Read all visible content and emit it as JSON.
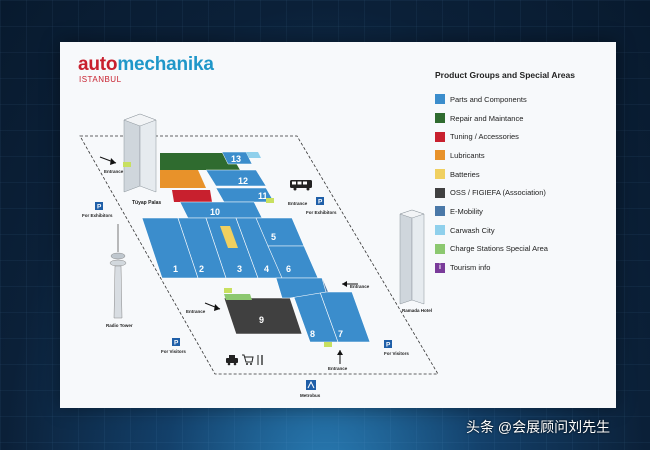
{
  "brand": {
    "name_a": "auto",
    "name_b": "mechanika",
    "city": "ISTANBUL"
  },
  "legend": {
    "title": "Product Groups and Special Areas",
    "items": [
      {
        "label": "Parts and Components",
        "color": "#3b8dcc"
      },
      {
        "label": "Repair and Maintance",
        "color": "#2f6b2f"
      },
      {
        "label": "Tuning / Accessories",
        "color": "#c8202e"
      },
      {
        "label": "Lubricants",
        "color": "#e8922a"
      },
      {
        "label": "Batteries",
        "color": "#f0d060"
      },
      {
        "label": "OSS / FIGIEFA (Association)",
        "color": "#404040"
      },
      {
        "label": "E-Mobility",
        "color": "#4a78a8"
      },
      {
        "label": "Carwash City",
        "color": "#8fd0ec"
      },
      {
        "label": "Charge Stations Special Area",
        "color": "#8cc870"
      },
      {
        "label": "Tourism info",
        "color": "#7a3b9a",
        "glyph": "i"
      }
    ]
  },
  "map": {
    "halls": [
      "1",
      "2",
      "3",
      "4",
      "5",
      "6",
      "7",
      "8",
      "9",
      "10",
      "11",
      "12",
      "13"
    ],
    "labels": {
      "entrance": "Entrance",
      "for_exhibitors": "For Exhibitors",
      "for_visitors": "For Visitors",
      "tuyap_palas": "Tüyap Palas",
      "radio_tower": "Radio Tower",
      "ramada_hotel": "Ramada Hotel",
      "metrobus": "Metrobus",
      "parking": "P"
    }
  },
  "watermark": "头条 @会展顾问刘先生"
}
